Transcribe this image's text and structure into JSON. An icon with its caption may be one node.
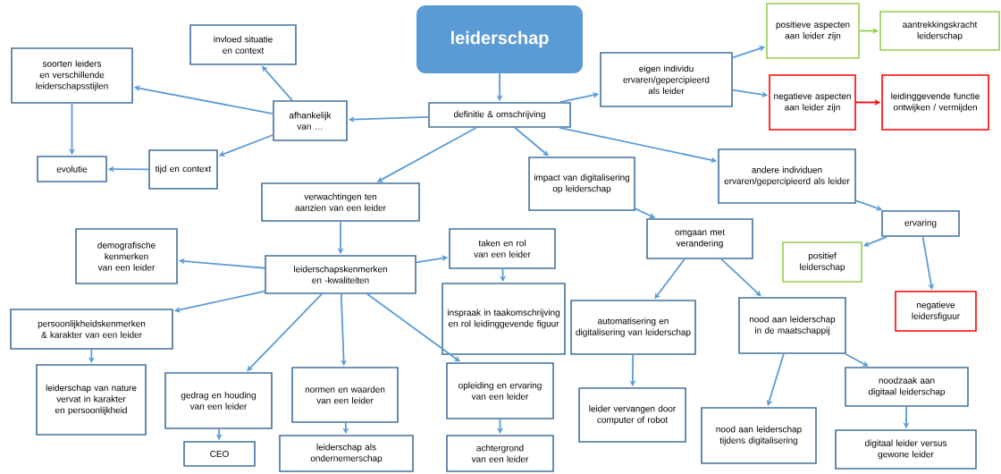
{
  "diagram": {
    "nodes": [
      {
        "text": [
          "leiderschap"
        ]
      },
      {
        "text": [
          "definitie & omschrijving"
        ]
      },
      {
        "text": [
          "afhankelijk van …"
        ]
      },
      {
        "text": [
          "invloed situatie en context"
        ]
      },
      {
        "text": [
          "soorten leiders en verschillende leiderschapsstijlen"
        ]
      },
      {
        "text": [
          "evolutie"
        ]
      },
      {
        "text": [
          "tijd en context"
        ]
      },
      {
        "text": [
          "eigen individu ervaren/gepercipieerd als leider"
        ]
      },
      {
        "text": [
          "positieve aspecten aan leider zijn"
        ]
      },
      {
        "text": [
          "aantrekkingskracht leiderschap"
        ]
      },
      {
        "text": [
          "negatieve aspecten aan leider zijn"
        ]
      },
      {
        "text": [
          "leidinggevende functie ontwijken / vermijden"
        ]
      },
      {
        "text": [
          "impact van digitalisering op leiderschap"
        ]
      },
      {
        "text": [
          "andere individuen ervaren/gepercipieerd als leider"
        ]
      },
      {
        "text": [
          "verwachtingen ten aanzien van een leider"
        ]
      },
      {
        "text": [
          "omgaan met verandering"
        ]
      },
      {
        "text": [
          "ervaring"
        ]
      },
      {
        "text": [
          "demografische kenmerken van een leider"
        ]
      },
      {
        "text": [
          "leiderschapskenmerken en -kwaliteiten"
        ]
      },
      {
        "text": [
          "taken en rol van een leider"
        ]
      },
      {
        "text": [
          "positief leiderschap"
        ]
      },
      {
        "text": [
          "negatieve leidersfiguur"
        ]
      },
      {
        "text": [
          "persoonlijkheidskenmerken & karakter van een leider"
        ]
      },
      {
        "text": [
          "inspraak in taakomschrijving en rol leidinggevende figuur"
        ]
      },
      {
        "text": [
          "automatisering en digitalisering van leiderschap"
        ]
      },
      {
        "text": [
          "nood aan leiderschap in de maatschappij"
        ]
      },
      {
        "text": [
          "leiderschap van nature vervat in karakter en persoonlijkheid"
        ]
      },
      {
        "text": [
          "gedrag en houding van een leider"
        ]
      },
      {
        "text": [
          "normen en waarden van een leider"
        ]
      },
      {
        "text": [
          "opleiding en ervaring van een leider"
        ]
      },
      {
        "text": [
          "noodzaak aan digitaal leiderschap"
        ]
      },
      {
        "text": [
          "CEO"
        ]
      },
      {
        "text": [
          "leider vervangen door computer of robot"
        ]
      },
      {
        "text": [
          "nood aan leiderschap tijdens digitalisering"
        ]
      },
      {
        "text": [
          "leiderschap als ondernemerschap"
        ]
      },
      {
        "text": [
          "achtergrond van een leider"
        ]
      },
      {
        "text": [
          "digitaal leider versus gewone leider"
        ]
      }
    ],
    "edges": [
      {
        "from": 0,
        "to": 1,
        "arrow": "to"
      },
      {
        "from": 1,
        "to": 2,
        "arrow": "to"
      },
      {
        "from": 2,
        "to": 3,
        "arrow": "to"
      },
      {
        "from": 2,
        "to": 4,
        "arrow": "to"
      },
      {
        "from": 2,
        "to": 6,
        "arrow": "to"
      },
      {
        "from": 4,
        "to": 5,
        "arrow": "to"
      },
      {
        "from": 6,
        "to": 5,
        "arrow": "to"
      },
      {
        "from": 1,
        "to": 14,
        "arrow": "to"
      },
      {
        "from": 1,
        "to": 7,
        "arrow": "to"
      },
      {
        "from": 1,
        "to": 12,
        "arrow": "to"
      },
      {
        "from": 1,
        "to": 13,
        "arrow": "to"
      },
      {
        "from": 7,
        "to": 8,
        "arrow": "to"
      },
      {
        "from": 7,
        "to": 10,
        "arrow": "to"
      },
      {
        "from": 8,
        "to": 9,
        "arrow": "to",
        "color": "#92d050"
      },
      {
        "from": 10,
        "to": 11,
        "arrow": "to",
        "color": "#ff0000"
      },
      {
        "from": 12,
        "to": 15,
        "arrow": "to"
      },
      {
        "from": 13,
        "to": 16,
        "arrow": "to"
      },
      {
        "from": 16,
        "to": 20,
        "arrow": "to"
      },
      {
        "from": 16,
        "to": 21,
        "arrow": "to"
      },
      {
        "from": 14,
        "to": 18,
        "arrow": "to"
      },
      {
        "from": 18,
        "to": 17,
        "arrow": "to"
      },
      {
        "from": 18,
        "to": 22,
        "arrow": "to"
      },
      {
        "from": 18,
        "to": 19,
        "arrow": "to"
      },
      {
        "from": 18,
        "to": 27,
        "arrow": "to"
      },
      {
        "from": 18,
        "to": 28,
        "arrow": "to"
      },
      {
        "from": 18,
        "to": 29,
        "arrow": "to"
      },
      {
        "from": 22,
        "to": 26,
        "arrow": "to"
      },
      {
        "from": 19,
        "to": 23,
        "arrow": "to"
      },
      {
        "from": 27,
        "to": 31,
        "arrow": "to"
      },
      {
        "from": 28,
        "to": 34,
        "arrow": "to"
      },
      {
        "from": 29,
        "to": 35,
        "arrow": "to"
      },
      {
        "from": 15,
        "to": 24,
        "arrow": "to"
      },
      {
        "from": 15,
        "to": 25,
        "arrow": "to"
      },
      {
        "from": 24,
        "to": 32,
        "arrow": "to"
      },
      {
        "from": 25,
        "to": 33,
        "arrow": "to"
      },
      {
        "from": 25,
        "to": 30,
        "arrow": "to"
      },
      {
        "from": 30,
        "to": 36,
        "arrow": "to"
      }
    ]
  }
}
